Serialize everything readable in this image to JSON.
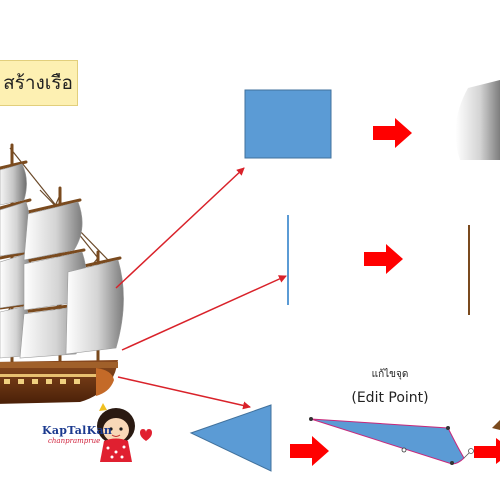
{
  "title": "สร้างเรือ",
  "edit_point": {
    "thai": "แก้ไขจุด",
    "english": "(Edit Point)"
  },
  "logo": {
    "main": "KapTalKan",
    "sub": "chanpramprue"
  },
  "colors": {
    "title_bg": "#fdf0b2",
    "blue_shape": "#5b9bd5",
    "arrow": "#ff0000",
    "pointer_line": "#d9222a",
    "mast": "#7a4a1e",
    "hull": "#6b3414"
  }
}
